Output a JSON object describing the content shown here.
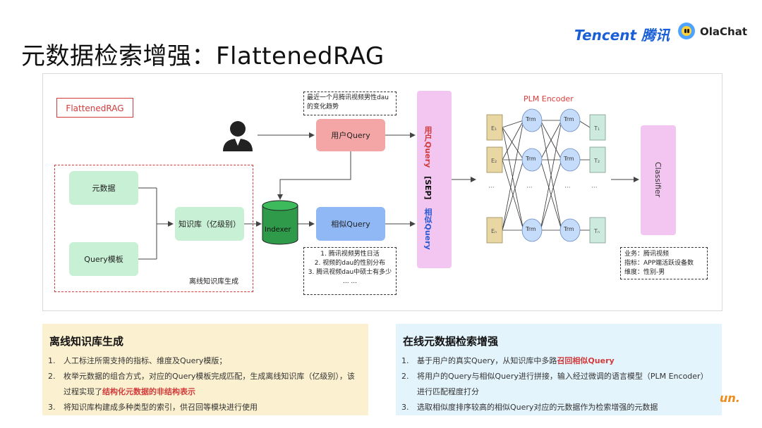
{
  "title": "元数据检索增强：FlattenedRAG",
  "logos": {
    "tencent": "Tencent 腾讯",
    "olachat": "OlaChat"
  },
  "diagram": {
    "tag": "FlattenedRAG",
    "note_top": "最近一个月腾讯视频男性dau的变化趋势",
    "user_query": "用户Query",
    "similar_query": "相似Query",
    "indexer": "Indexer",
    "metadata": "元数据",
    "query_template": "Query模板",
    "knowledge_base": "知识库（亿级别）",
    "offline_label": "离线知识库生成",
    "note_mid": [
      "1. 腾讯视频男性日活",
      "2. 视频的dau的性别分布",
      "3. 腾讯视频dau中硕士有多少",
      "... ..."
    ],
    "concat": {
      "part1": "用户Query",
      "part2": "[SEP]",
      "part3": "相似Query"
    },
    "encoder_title": "PLM Encoder",
    "trm": "Trm",
    "dots": "···",
    "classifier": "Classifier",
    "note_right": [
      "业务：腾讯视频",
      "指标：APP端活跃设备数",
      "维度：性别-男"
    ]
  },
  "panel_left": {
    "heading": "离线知识库生成",
    "items": [
      {
        "num": "1.",
        "text": "人工标注所需支持的指标、维度及Query模版；"
      },
      {
        "num": "2.",
        "pre": "枚举元数据的组合方式，对应的Query模板完成匹配，生成离线知识库（亿级别），该过程实现了",
        "highlight": "结构化元数据的非结构表示"
      },
      {
        "num": "3.",
        "text": "将知识库构建成多种类型的索引，供召回等模块进行使用"
      }
    ]
  },
  "panel_right": {
    "heading": "在线元数据检索增强",
    "items": [
      {
        "num": "1.",
        "pre": "基于用户的真实Query，从知识库中多路",
        "highlight": "召回相似Query"
      },
      {
        "num": "2.",
        "text": "将用户的Query与相似Query进行拼接，输入经过微调的语言模型（PLM Encoder）进行匹配程度打分"
      },
      {
        "num": "3.",
        "text": "选取相似度排序较高的相似Query对应的元数据作为检索增强的元数据"
      }
    ]
  },
  "corner_mark": "un."
}
